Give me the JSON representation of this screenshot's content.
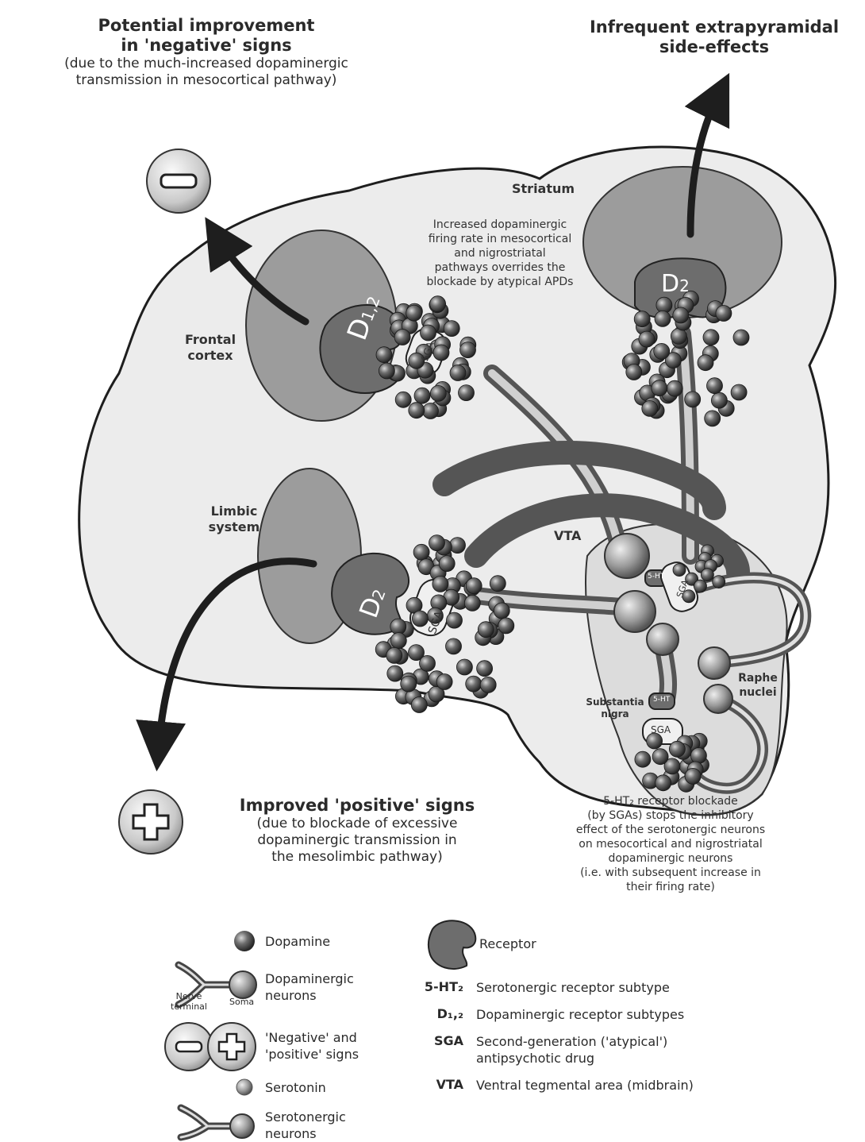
{
  "top_left": {
    "title_line1": "Potential improvement",
    "title_line2": "in 'negative' signs",
    "note_line1": "(due to the much-increased dopaminergic",
    "note_line2": "transmission in mesocortical pathway)"
  },
  "top_right": {
    "title_line1": "Infrequent extrapyramidal",
    "title_line2": "side-effects"
  },
  "regions": {
    "striatum": "Striatum",
    "frontal_cortex_1": "Frontal",
    "frontal_cortex_2": "cortex",
    "limbic_1": "Limbic",
    "limbic_2": "system",
    "vta": "VTA",
    "raphe_1": "Raphe",
    "raphe_2": "nuclei",
    "substantia_1": "Substantia",
    "substantia_2": "nigra"
  },
  "receptors": {
    "d12_main": "D",
    "d12_sub": "1,2",
    "d2_main": "D",
    "d2_sub": "2",
    "sga": "SGA",
    "ht": "5-HT"
  },
  "annotation_firing": [
    "Increased dopaminergic",
    "firing rate in mesocortical",
    "and nigrostriatal",
    "pathways overrides the",
    "blockade by atypical APDs"
  ],
  "annotation_blockade": [
    "5-HT₂ receptor blockade",
    "(by SGAs) stops the inhibitory",
    "effect of the serotonergic neurons",
    "on mesocortical and nigrostriatal",
    "dopaminergic neurons",
    "(i.e. with subsequent increase in",
    "their firing rate)"
  ],
  "bottom_left": {
    "title": "Improved 'positive' signs",
    "note_line1": "(due to blockade of excessive",
    "note_line2": "dopaminergic transmission in",
    "note_line3": "the mesolimbic pathway)"
  },
  "legend": {
    "dopamine": "Dopamine",
    "dopaminergic_1": "Dopaminergic",
    "dopaminergic_2": "neurons",
    "nerve_terminal_1": "Nerve",
    "nerve_terminal_2": "terminal",
    "soma": "Soma",
    "signs_1": "'Negative' and",
    "signs_2": "'positive' signs",
    "serotonin": "Serotonin",
    "serotonergic_1": "Serotonergic",
    "serotonergic_2": "neurons",
    "receptor": "Receptor",
    "abbrev": [
      {
        "key": "5-HT₂",
        "desc": "Serotonergic receptor subtype"
      },
      {
        "key": "D₁,₂",
        "desc": "Dopaminergic receptor subtypes"
      },
      {
        "key": "SGA",
        "desc": "Second-generation ('atypical')"
      },
      {
        "key": "",
        "desc": "antipsychotic drug"
      },
      {
        "key": "VTA",
        "desc": "Ventral tegmental area (midbrain)"
      }
    ]
  },
  "colors": {
    "brain_fill": "#ebebeb",
    "region_fill": "#9a9a9a",
    "receptor_fill": "#6a6a6a",
    "sphere_fill": "#4a4a4a",
    "outline": "#1e1e1e"
  }
}
